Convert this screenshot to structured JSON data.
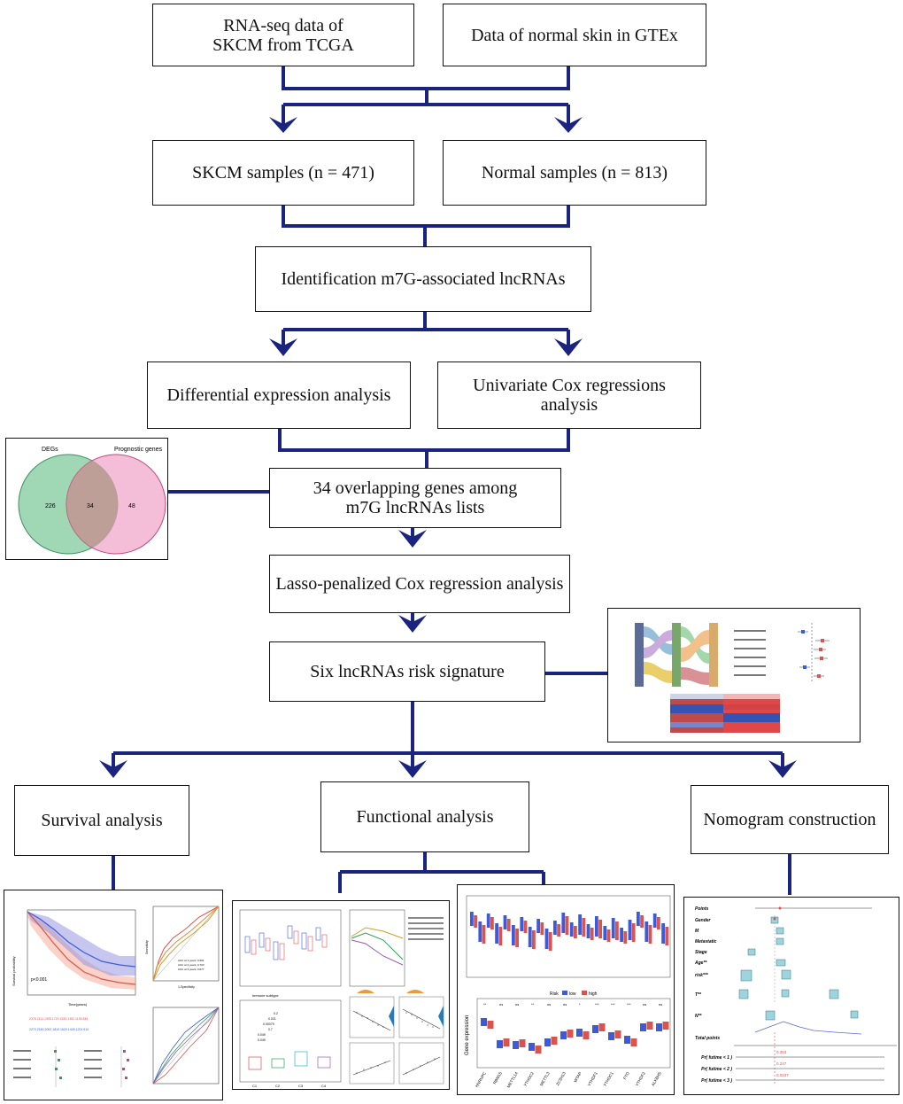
{
  "boxes": {
    "rnaseq": "RNA-seq data of SKCM from TCGA",
    "gtex": "Data of normal skin in GTEx",
    "skcm_samples": "SKCM samples (n = 471)",
    "normal_samples": "Normal samples (n = 813)",
    "identification": "Identification m7G-associated lncRNAs",
    "differential": "Differential expression analysis",
    "univariate": "Univariate Cox regressions analysis",
    "overlap": "34 overlapping genes among m7G lncRNAs lists",
    "lasso": "Lasso-penalized Cox regression analysis",
    "signature": "Six lncRNAs risk signature",
    "survival": "Survival analysis",
    "functional": "Functional analysis",
    "nomogram": "Nomogram construction"
  },
  "venn": {
    "left_title": "DEGs",
    "right_title": "Prognostic genes",
    "left_count": "226",
    "overlap_count": "34",
    "right_count": "48",
    "left_color": "#8fd0a8",
    "right_color": "#f0a3c8"
  },
  "colors": {
    "arrow": "#1a237e",
    "box_border": "#111111",
    "risk_high": "#d9534f",
    "risk_low": "#3b5bdb"
  },
  "labels": {
    "pvalue": "p<0.001",
    "survival_y": "Survival probability",
    "time_years": "Time(years)",
    "sensitivity": "Sensitivity",
    "specificity": "1-Specificity",
    "auc1": "AUC at 1 years: 0.691",
    "auc2": "AUC at 2 years: 0.703",
    "auc3": "AUC at 3 years: 0.677",
    "immune_subtype": "Immune subtype",
    "clusters": [
      "C1",
      "C2",
      "C3",
      "C4"
    ],
    "stat_values": [
      "0.2",
      "0.021",
      "0.00079",
      "0.7",
      "0.049",
      "0.049"
    ],
    "risk_legend": [
      "Risk",
      "low",
      "high"
    ],
    "gene_expression": "Gene expression",
    "genes": [
      "HNRNPC",
      "RBM15",
      "METTL14",
      "YTHDC2",
      "METTL3",
      "ZC3H13",
      "WTAP",
      "YTHDF1",
      "YTHDC1",
      "FTO",
      "YTHDF2",
      "ALKBH5"
    ],
    "sig_marks": [
      "**",
      "ns",
      "ns",
      "**",
      "ns",
      "ns",
      "*",
      "***",
      "***",
      "***",
      "ns",
      "ns"
    ],
    "nomogram_rows": [
      "Points",
      "Gender",
      "M",
      "Metastatic",
      "Stage",
      "Age**",
      "risk***",
      "T**",
      "N**",
      "Total points",
      "Pr( futime < 1 )",
      "Pr( futime < 2 )",
      "Pr( futime < 3 )"
    ],
    "nomo_values": [
      "0.363",
      "0.247",
      "0.0237"
    ]
  }
}
